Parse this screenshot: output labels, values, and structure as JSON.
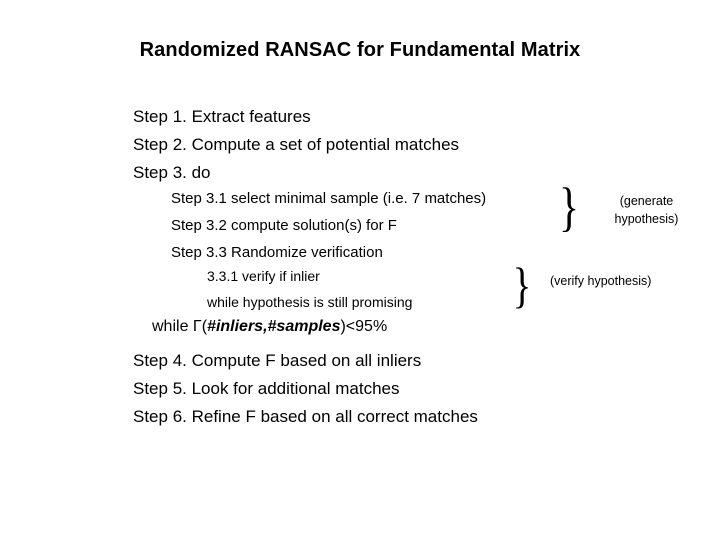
{
  "slide": {
    "title": "Randomized RANSAC for Fundamental Matrix",
    "background_color": "#ffffff",
    "text_color": "#000000"
  },
  "steps": {
    "step1": "Step 1. Extract features",
    "step2": "Step 2. Compute a set of potential matches",
    "step3": "Step 3. do",
    "step3_1": "Step 3.1 select minimal sample (i.e. 7 matches)",
    "step3_2": "Step 3.2 compute solution(s) for F",
    "step3_3": "Step 3.3 Randomize verification",
    "step3_3_1": "3.3.1 verify if inlier",
    "inner_while": "while hypothesis is still promising",
    "outer_while": {
      "prefix": "while Γ(",
      "emphasis": "#inliers,#samples",
      "suffix": ")<95%",
      "full": "while Γ(#inliers,#samples)<95%"
    },
    "step4": "Step 4. Compute F based on all inliers",
    "step5": "Step 5. Look for additional matches",
    "step6": "Step 6. Refine F based on all correct matches"
  },
  "annotations": {
    "generate": {
      "line1": "(generate",
      "line2": "hypothesis)",
      "brace_glyph": "}"
    },
    "verify": {
      "line1": "(verify hypothesis)",
      "brace_glyph": "}"
    }
  }
}
